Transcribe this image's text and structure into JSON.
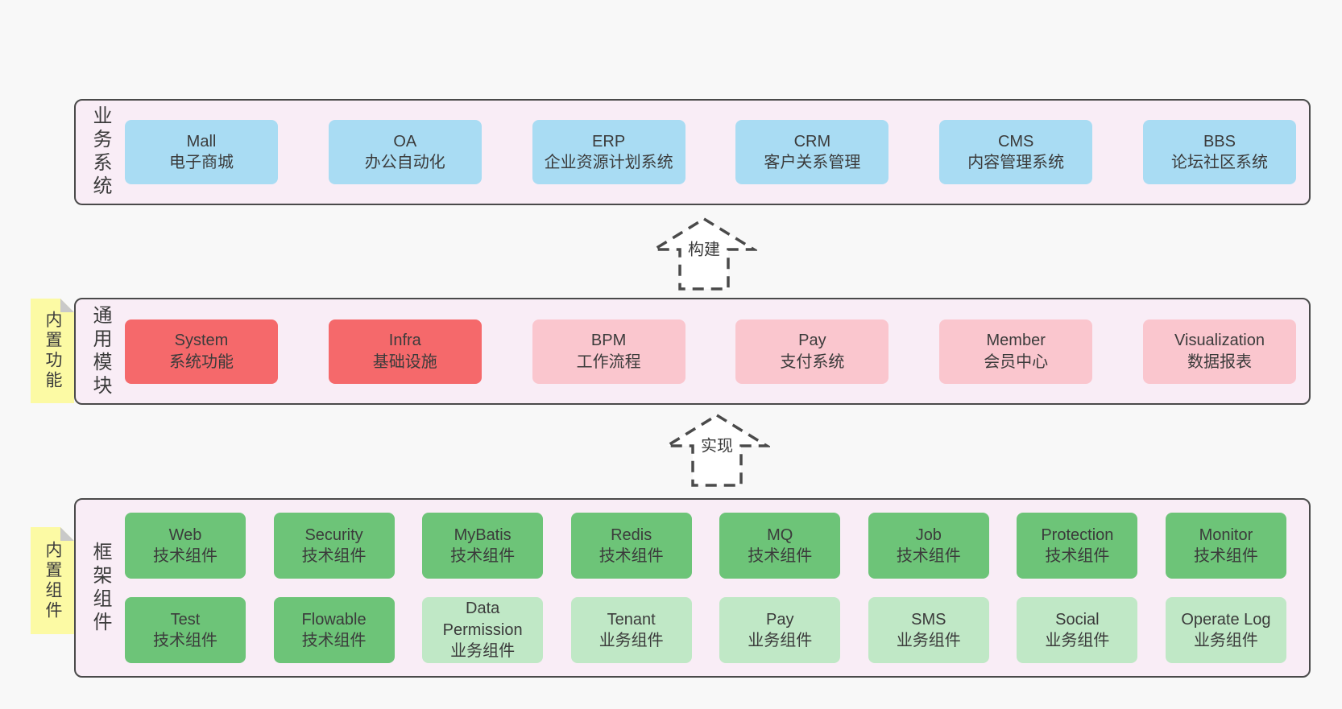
{
  "colors": {
    "page_bg": "#f8f8f8",
    "band_bg": "#f9edf6",
    "band_border": "#4a4a4a",
    "blue": "#a9dcf3",
    "red": "#f5696b",
    "pink": "#fac6ce",
    "green": "#6dc478",
    "green_light": "#c0e8c6",
    "sticky_yellow": "#fcfaa4",
    "sticky_fold": "#c9c9c9",
    "text": "#3b3b3b"
  },
  "arrows": [
    {
      "label": "构建"
    },
    {
      "label": "实现"
    }
  ],
  "bands": [
    {
      "label": "业务系统",
      "rows": [
        [
          {
            "title": "Mall",
            "subtitle": "电子商城",
            "variant": "blue"
          },
          {
            "title": "OA",
            "subtitle": "办公自动化",
            "variant": "blue"
          },
          {
            "title": "ERP",
            "subtitle": "企业资源计划系统",
            "variant": "blue"
          },
          {
            "title": "CRM",
            "subtitle": "客户关系管理",
            "variant": "blue"
          },
          {
            "title": "CMS",
            "subtitle": "内容管理系统",
            "variant": "blue"
          },
          {
            "title": "BBS",
            "subtitle": "论坛社区系统",
            "variant": "blue"
          }
        ]
      ]
    },
    {
      "label": "通用模块",
      "sticky": "内置功能",
      "rows": [
        [
          {
            "title": "System",
            "subtitle": "系统功能",
            "variant": "red"
          },
          {
            "title": "Infra",
            "subtitle": "基础设施",
            "variant": "red"
          },
          {
            "title": "BPM",
            "subtitle": "工作流程",
            "variant": "pink"
          },
          {
            "title": "Pay",
            "subtitle": "支付系统",
            "variant": "pink"
          },
          {
            "title": "Member",
            "subtitle": "会员中心",
            "variant": "pink"
          },
          {
            "title": "Visualization",
            "subtitle": "数据报表",
            "variant": "pink"
          }
        ]
      ]
    },
    {
      "label": "框架组件",
      "sticky": "内置组件",
      "rows": [
        [
          {
            "title": "Web",
            "subtitle": "技术组件",
            "variant": "green"
          },
          {
            "title": "Security",
            "subtitle": "技术组件",
            "variant": "green"
          },
          {
            "title": "MyBatis",
            "subtitle": "技术组件",
            "variant": "green"
          },
          {
            "title": "Redis",
            "subtitle": "技术组件",
            "variant": "green"
          },
          {
            "title": "MQ",
            "subtitle": "技术组件",
            "variant": "green"
          },
          {
            "title": "Job",
            "subtitle": "技术组件",
            "variant": "green"
          },
          {
            "title": "Protection",
            "subtitle": "技术组件",
            "variant": "green"
          },
          {
            "title": "Monitor",
            "subtitle": "技术组件",
            "variant": "green"
          }
        ],
        [
          {
            "title": "Test",
            "subtitle": "技术组件",
            "variant": "green"
          },
          {
            "title": "Flowable",
            "subtitle": "技术组件",
            "variant": "green"
          },
          {
            "title": "Data Permission",
            "subtitle": "业务组件",
            "variant": "green-light"
          },
          {
            "title": "Tenant",
            "subtitle": "业务组件",
            "variant": "green-light"
          },
          {
            "title": "Pay",
            "subtitle": "业务组件",
            "variant": "green-light"
          },
          {
            "title": "SMS",
            "subtitle": "业务组件",
            "variant": "green-light"
          },
          {
            "title": "Social",
            "subtitle": "业务组件",
            "variant": "green-light"
          },
          {
            "title": "Operate Log",
            "subtitle": "业务组件",
            "variant": "green-light"
          }
        ]
      ]
    }
  ]
}
